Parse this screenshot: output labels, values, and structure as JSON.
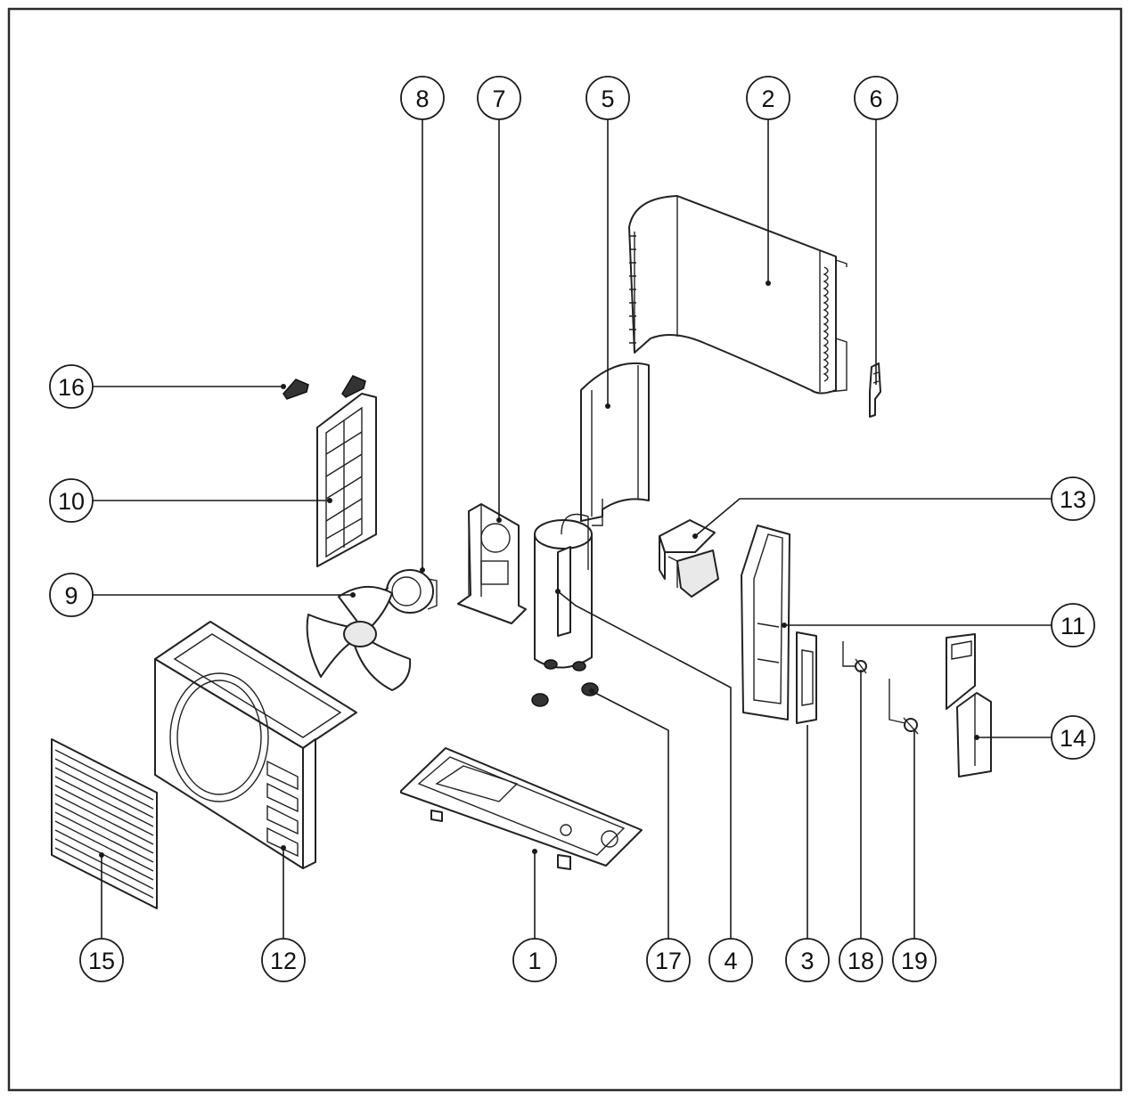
{
  "callouts": [
    {
      "label": "8"
    },
    {
      "label": "7"
    },
    {
      "label": "5"
    },
    {
      "label": "2"
    },
    {
      "label": "6"
    },
    {
      "label": "16"
    },
    {
      "label": "10"
    },
    {
      "label": "13"
    },
    {
      "label": "9"
    },
    {
      "label": "11"
    },
    {
      "label": "14"
    },
    {
      "label": "15"
    },
    {
      "label": "12"
    },
    {
      "label": "1"
    },
    {
      "label": "17"
    },
    {
      "label": "4"
    },
    {
      "label": "3"
    },
    {
      "label": "18"
    },
    {
      "label": "19"
    }
  ]
}
